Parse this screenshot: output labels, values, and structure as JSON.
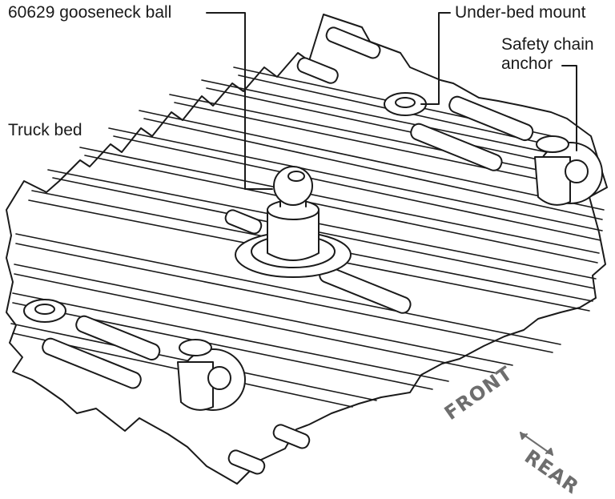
{
  "callouts": {
    "gooseneck_ball": "60629 gooseneck ball",
    "under_bed_mount": "Under-bed mount",
    "safety_chain_anchor_line1": "Safety chain",
    "safety_chain_anchor_line2": "anchor",
    "truck_bed": "Truck bed"
  },
  "orientation": {
    "front": "FRONT",
    "rear": "REAR"
  },
  "colors": {
    "line": "#1a1a1a",
    "bed_fill": "#ffffff",
    "stamp": "#6e6e6e"
  }
}
